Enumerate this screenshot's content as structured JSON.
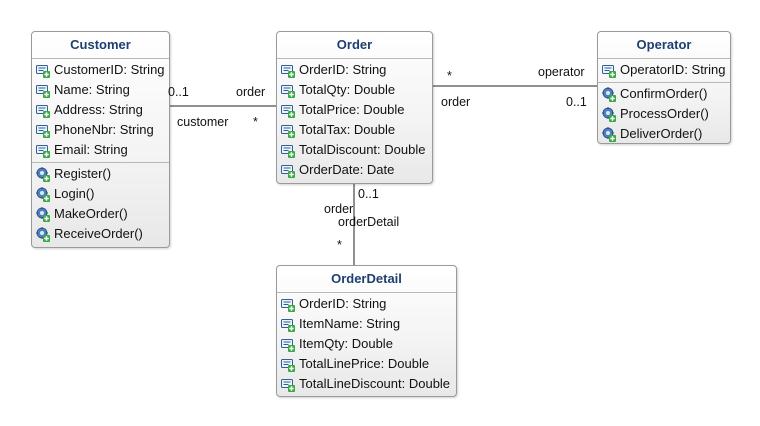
{
  "classes": {
    "customer": {
      "name": "Customer",
      "attributes": [
        "CustomerID: String",
        "Name: String",
        "Address: String",
        "PhoneNbr: String",
        "Email: String"
      ],
      "operations": [
        "Register()",
        "Login()",
        "MakeOrder()",
        "ReceiveOrder()"
      ]
    },
    "order": {
      "name": "Order",
      "attributes": [
        "OrderID: String",
        "TotalQty: Double",
        "TotalPrice: Double",
        "TotalTax: Double",
        "TotalDiscount: Double",
        "OrderDate: Date"
      ],
      "operations": []
    },
    "operator": {
      "name": "Operator",
      "attributes": [
        "OperatorID: String"
      ],
      "operations": [
        "ConfirmOrder()",
        "ProcessOrder()",
        "DeliverOrder()"
      ]
    },
    "orderdetail": {
      "name": "OrderDetail",
      "attributes": [
        "OrderID: String",
        "ItemName: String",
        "ItemQty: Double",
        "TotalLinePrice: Double",
        "TotalLineDiscount: Double"
      ],
      "operations": []
    }
  },
  "associations": {
    "customer_order": {
      "customer_end_mult": "0..1",
      "customer_end_role": "customer",
      "order_end_role": "order",
      "order_end_mult": "*"
    },
    "order_operator": {
      "order_end_mult": "*",
      "order_end_role": "order",
      "operator_end_role": "operator",
      "operator_end_mult": "0..1"
    },
    "order_orderdetail": {
      "order_end_mult": "0..1",
      "order_end_role": "order",
      "orderdetail_end_role": "orderDetail",
      "orderdetail_end_mult": "*"
    }
  },
  "icons": {
    "attribute": "attribute-icon",
    "operation": "operation-icon"
  },
  "colors": {
    "title_text": "#1f3f70",
    "border": "#9a9a9a",
    "line": "#222222"
  }
}
